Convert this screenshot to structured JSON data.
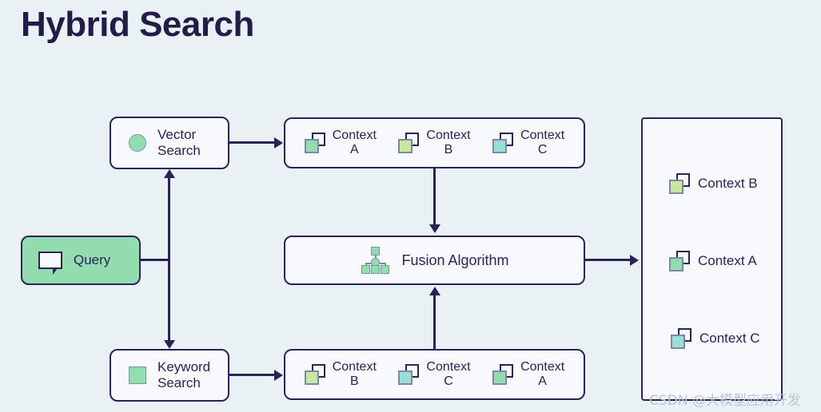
{
  "page": {
    "title": "Hybrid Search",
    "background_color": "#e9f1f5",
    "ink_color": "#2a2356",
    "accent_green": "#93dcb0",
    "watermark": "CSDN @大模型应用开发"
  },
  "nodes": {
    "query": {
      "label": "Query",
      "icon": "speech-bubble-icon",
      "fill": "#93dcb0"
    },
    "vector_search": {
      "label_line1": "Vector",
      "label_line2": "Search",
      "icon": "circle-icon"
    },
    "keyword_search": {
      "label_line1": "Keyword",
      "label_line2": "Search",
      "icon": "square-icon"
    },
    "fusion": {
      "label": "Fusion Algorithm",
      "icon": "hierarchy-icon"
    }
  },
  "vector_results": {
    "items": [
      {
        "label_line1": "Context",
        "label_line2": "A",
        "color": "#93dcb0"
      },
      {
        "label_line1": "Context",
        "label_line2": "B",
        "color": "#c8e8a2"
      },
      {
        "label_line1": "Context",
        "label_line2": "C",
        "color": "#9adfd7"
      }
    ]
  },
  "keyword_results": {
    "items": [
      {
        "label_line1": "Context",
        "label_line2": "B",
        "color": "#c8e8a2"
      },
      {
        "label_line1": "Context",
        "label_line2": "C",
        "color": "#9adfd7"
      },
      {
        "label_line1": "Context",
        "label_line2": "A",
        "color": "#93dcb0"
      }
    ]
  },
  "final_results": {
    "items": [
      {
        "label": "Context B",
        "color": "#c8e8a2"
      },
      {
        "label": "Context A",
        "color": "#93dcb0"
      },
      {
        "label": "Context C",
        "color": "#9adfd7"
      }
    ]
  }
}
